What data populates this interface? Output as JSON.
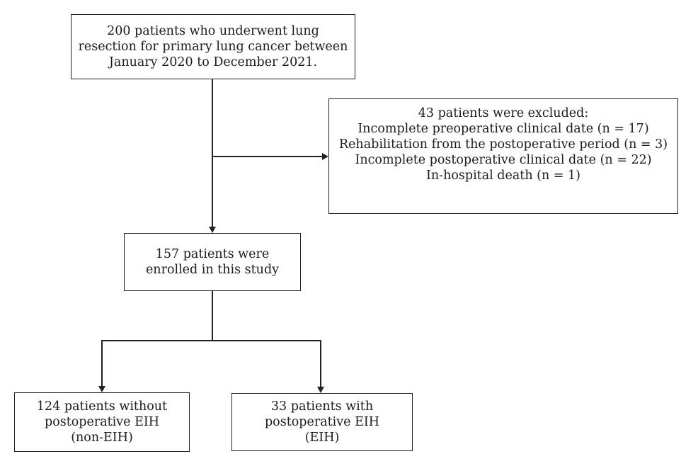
{
  "diagram": {
    "type": "patient-flowchart",
    "colors": {
      "background": "#ffffff",
      "line": "#222222",
      "text": "#1c1c1c"
    },
    "boxes": {
      "initial": {
        "lines": [
          "200 patients who underwent lung",
          "resection for primary lung cancer between",
          "January 2020 to December 2021."
        ]
      },
      "excluded": {
        "lines": [
          "43 patients were excluded:",
          "Incomplete preoperative clinical date (n = 17)",
          "Rehabilitation from the postoperative period (n = 3)",
          "Incomplete postoperative clinical date (n = 22)",
          "In-hospital death (n = 1)"
        ]
      },
      "enrolled": {
        "lines": [
          "157 patients were",
          "enrolled in this study"
        ]
      },
      "non_eih": {
        "lines": [
          "124 patients without",
          "postoperative EIH",
          "(non-EIH)"
        ]
      },
      "eih": {
        "lines": [
          "33 patients with",
          "postoperative EIH",
          "(EIH)"
        ]
      }
    },
    "flow": [
      {
        "from": "initial",
        "to": "enrolled"
      },
      {
        "from": "initial",
        "to": "excluded"
      },
      {
        "from": "enrolled",
        "to": "non_eih"
      },
      {
        "from": "enrolled",
        "to": "eih"
      }
    ]
  }
}
